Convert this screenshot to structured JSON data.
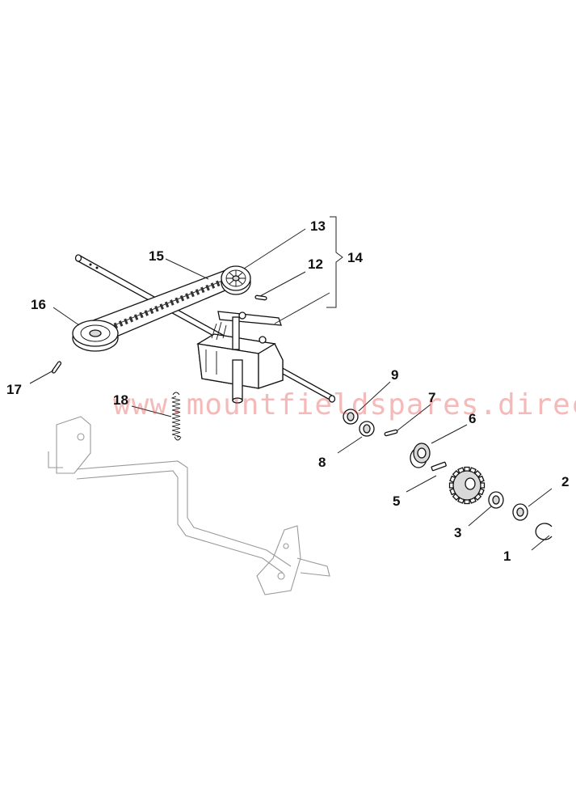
{
  "watermark": "www.mountfieldspares.direct",
  "callouts": [
    {
      "id": "c1",
      "label": "1"
    },
    {
      "id": "c2",
      "label": "2"
    },
    {
      "id": "c3",
      "label": "3"
    },
    {
      "id": "c5",
      "label": "5"
    },
    {
      "id": "c6",
      "label": "6"
    },
    {
      "id": "c7",
      "label": "7"
    },
    {
      "id": "c8",
      "label": "8"
    },
    {
      "id": "c9",
      "label": "9"
    },
    {
      "id": "c12",
      "label": "12"
    },
    {
      "id": "c13",
      "label": "13"
    },
    {
      "id": "c14",
      "label": "14"
    },
    {
      "id": "c15",
      "label": "15"
    },
    {
      "id": "c16",
      "label": "16"
    },
    {
      "id": "c17",
      "label": "17"
    },
    {
      "id": "c18",
      "label": "18"
    }
  ]
}
